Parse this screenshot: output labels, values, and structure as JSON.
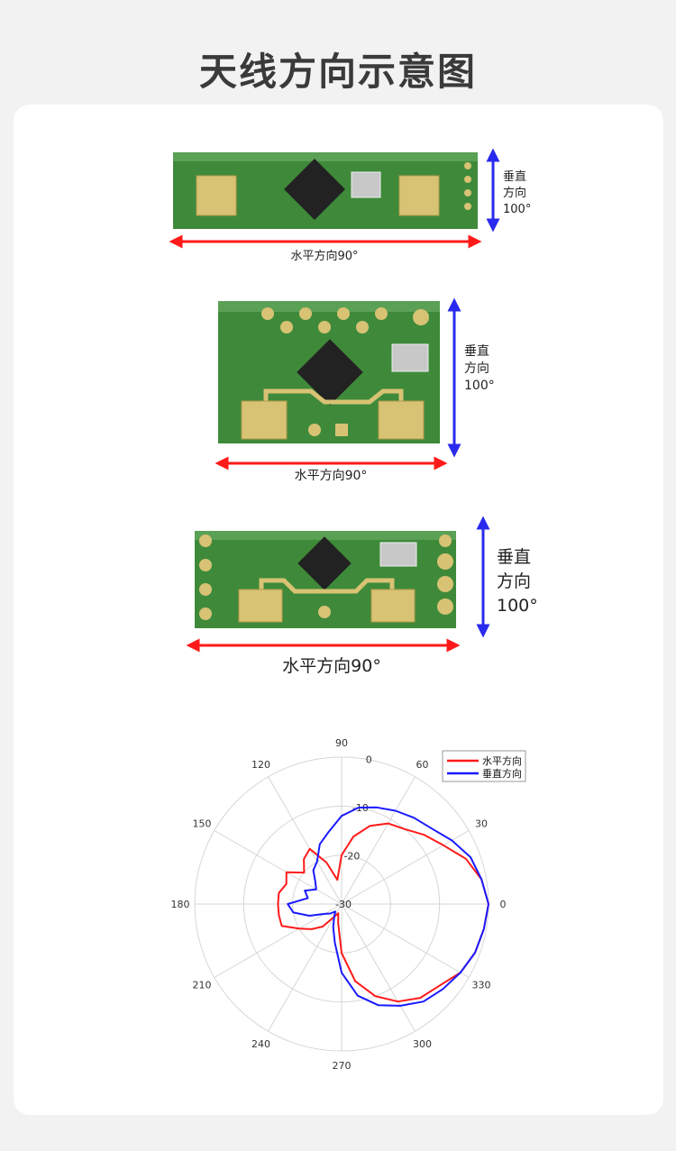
{
  "page": {
    "title": "天线方向示意图"
  },
  "modules": [
    {
      "horizontal_label": "水平方向90°",
      "vertical_label_line1": "垂直",
      "vertical_label_line2": "方向",
      "vertical_label_line3": "100°"
    },
    {
      "horizontal_label": "水平方向90°",
      "vertical_label_line1": "垂直",
      "vertical_label_line2": "方向",
      "vertical_label_line3": "100°"
    },
    {
      "horizontal_label": "水平方向90°",
      "vertical_label_line1": "垂直",
      "vertical_label_line2": "方向",
      "vertical_label_line3": "100°"
    }
  ],
  "colors": {
    "horizontal": "#ff1a1a",
    "vertical": "#1a1aff",
    "pcb": "#3e8a3a",
    "pad": "#d8c274"
  },
  "chart_data": {
    "type": "polar",
    "angular_ticks": [
      "0",
      "30",
      "60",
      "90",
      "120",
      "150",
      "180",
      "210",
      "240",
      "270",
      "300",
      "330"
    ],
    "angular_tick_values": [
      0,
      30,
      60,
      90,
      120,
      150,
      180,
      210,
      240,
      270,
      300,
      330
    ],
    "radial_ticks": [
      "0",
      "-10",
      "-20",
      "-30"
    ],
    "radial_tick_values": [
      0,
      -10,
      -20,
      -30
    ],
    "rlim": [
      -30,
      0
    ],
    "legend": "top-right",
    "series": [
      {
        "name": "水平方向",
        "color": "#ff1a1a",
        "theta": [
          0,
          10,
          20,
          30,
          40,
          50,
          60,
          70,
          80,
          90,
          100,
          110,
          120,
          130,
          140,
          150,
          160,
          170,
          180,
          190,
          200,
          210,
          220,
          230,
          240,
          250,
          260,
          270,
          280,
          290,
          300,
          310,
          320,
          330,
          340,
          350
        ],
        "r": [
          0,
          -1,
          -3,
          -6,
          -8,
          -10,
          -11,
          -13,
          -16,
          -20,
          -25,
          -21,
          -17,
          -18,
          -20,
          -17,
          -18,
          -17,
          -17,
          -17,
          -17,
          -20,
          -22,
          -24,
          -27,
          -28,
          -26,
          -20,
          -14,
          -10,
          -7,
          -5,
          -4,
          -2,
          -1,
          -0.5
        ]
      },
      {
        "name": "垂直方向",
        "color": "#1a1aff",
        "theta": [
          0,
          10,
          20,
          30,
          40,
          50,
          60,
          70,
          80,
          90,
          100,
          110,
          120,
          130,
          140,
          150,
          160,
          170,
          180,
          190,
          200,
          210,
          220,
          230,
          240,
          250,
          260,
          270,
          280,
          290,
          300,
          310,
          320,
          330,
          340,
          350
        ],
        "r": [
          0,
          -1,
          -2,
          -4,
          -6,
          -7,
          -8,
          -9,
          -10,
          -12,
          -15,
          -17,
          -20,
          -21,
          -23,
          -24,
          -22,
          -23,
          -19,
          -20,
          -23,
          -26,
          -27,
          -28,
          -27,
          -25,
          -22,
          -16,
          -11,
          -8,
          -6,
          -4,
          -3,
          -2,
          -1,
          -0.5
        ]
      }
    ]
  }
}
